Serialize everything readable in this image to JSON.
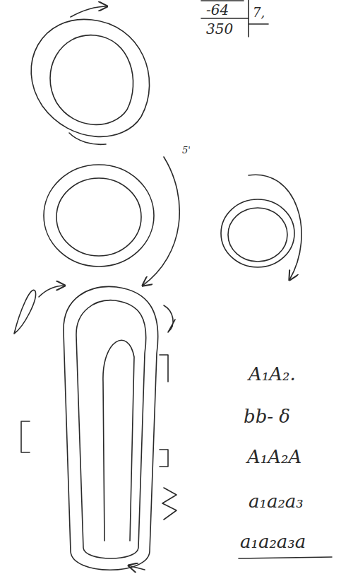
{
  "diagram": {
    "labels": [
      "-64",
      "350",
      "7,",
      "5'",
      "A₁A₂.",
      "bb- δ",
      "A₁A₂A",
      "a₁a₂a₃",
      "a₁a₂a₃a"
    ]
  }
}
